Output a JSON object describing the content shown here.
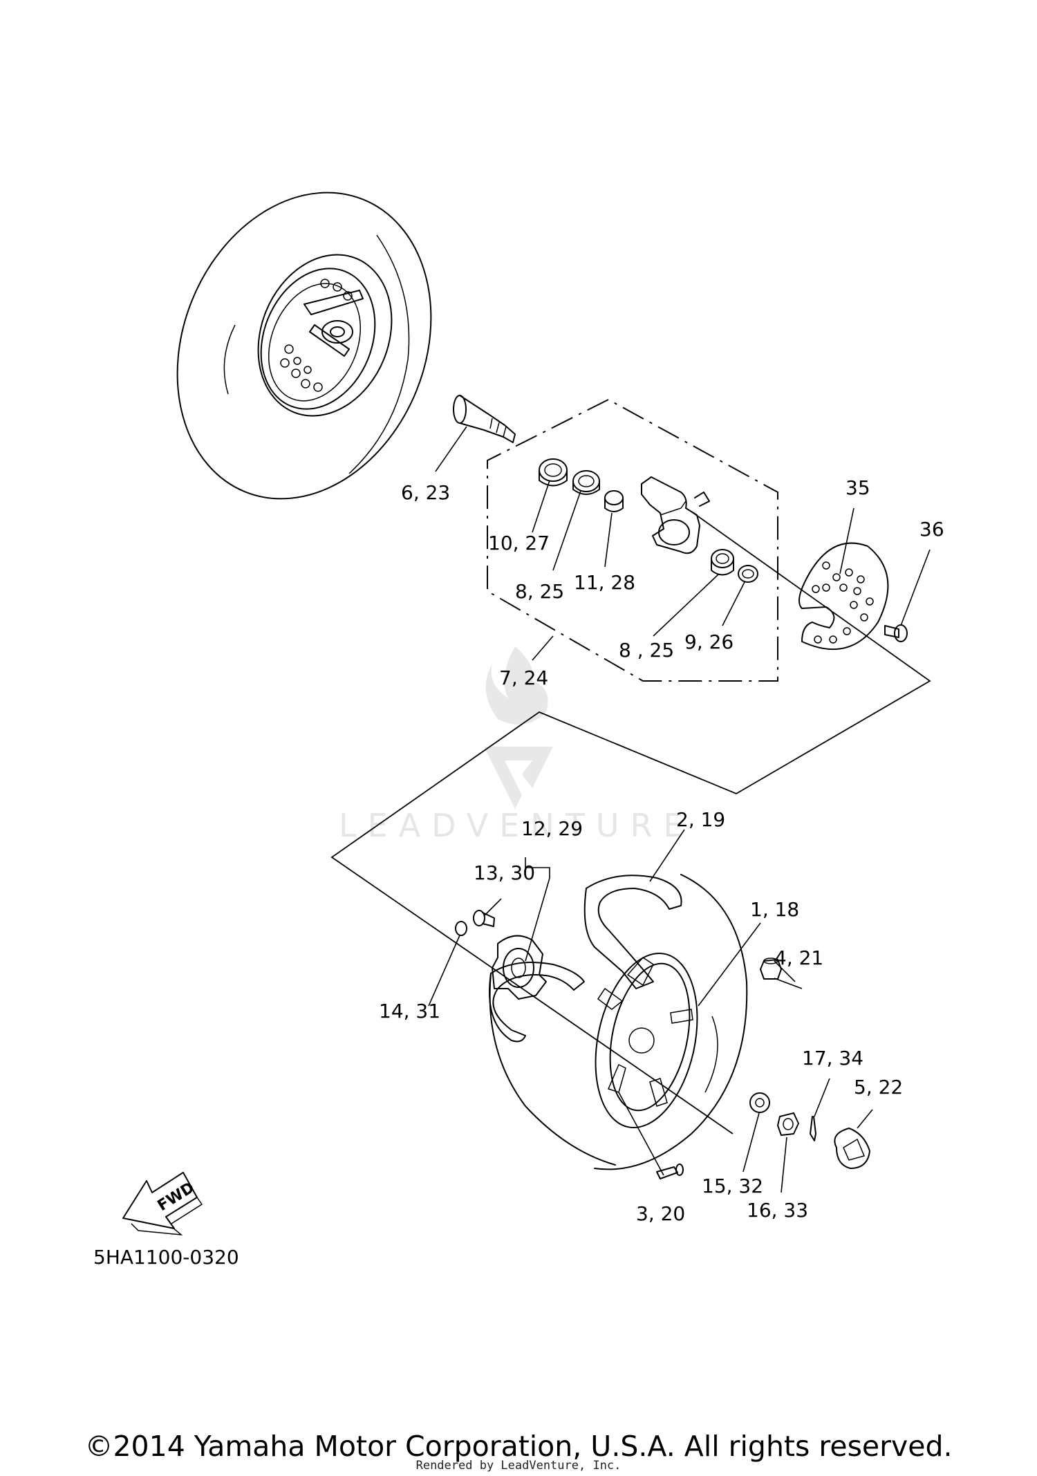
{
  "watermark": {
    "text": "LEADVENTURE"
  },
  "labels": {
    "p6_23": "6, 23",
    "p10_27": "10, 27",
    "p8_25_a": "8, 25",
    "p11_28": "11, 28",
    "p35": "35",
    "p36": "36",
    "p8_25_b": "8 , 25",
    "p9_26": "9, 26",
    "p7_24": "7, 24",
    "p12_29": "12, 29",
    "p2_19": "2, 19",
    "p13_30": "13, 30",
    "p1_18": "1, 18",
    "p4_21": "4, 21",
    "p14_31": "14, 31",
    "p17_34": "17, 34",
    "p5_22": "5, 22",
    "p15_32": "15, 32",
    "p16_33": "16, 33",
    "p3_20": "3, 20"
  },
  "fwd_label": "FWD",
  "diagram_code": "5HA1100-0320",
  "copyright": "©2014 Yamaha Motor Corporation, U.S.A. All rights reserved.",
  "rendered_by": "Rendered by LeadVenture, Inc."
}
